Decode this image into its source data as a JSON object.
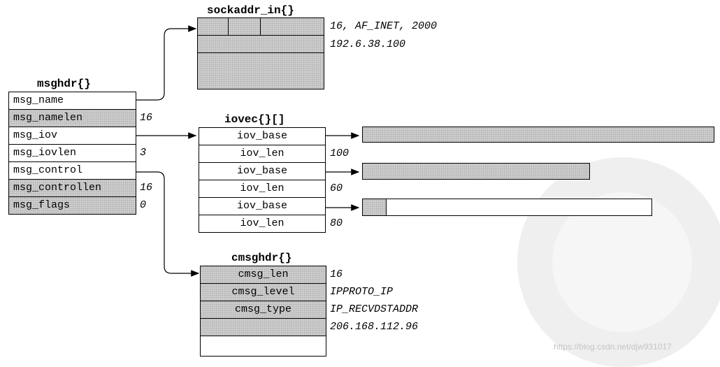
{
  "msghdr": {
    "title": "msghdr{}",
    "fields": [
      {
        "name": "msg_name",
        "value": "",
        "shaded": false
      },
      {
        "name": "msg_namelen",
        "value": "16",
        "shaded": true
      },
      {
        "name": "msg_iov",
        "value": "",
        "shaded": false
      },
      {
        "name": "msg_iovlen",
        "value": "3",
        "shaded": false
      },
      {
        "name": "msg_control",
        "value": "",
        "shaded": false
      },
      {
        "name": "msg_controllen",
        "value": "16",
        "shaded": true
      },
      {
        "name": "msg_flags",
        "value": "0",
        "shaded": true
      }
    ]
  },
  "sockaddr_in": {
    "title": "sockaddr_in{}",
    "values": [
      "16, AF_INET, 2000",
      "192.6.38.100"
    ]
  },
  "iovec": {
    "title": "iovec{}[]",
    "fields": [
      {
        "name": "iov_base",
        "value": ""
      },
      {
        "name": "iov_len",
        "value": "100"
      },
      {
        "name": "iov_base",
        "value": ""
      },
      {
        "name": "iov_len",
        "value": "60"
      },
      {
        "name": "iov_base",
        "value": ""
      },
      {
        "name": "iov_len",
        "value": "80"
      }
    ]
  },
  "cmsghdr": {
    "title": "cmsghdr{}",
    "fields": [
      {
        "name": "cmsg_len",
        "value": "16"
      },
      {
        "name": "cmsg_level",
        "value": "IPPROTO_IP"
      },
      {
        "name": "cmsg_type",
        "value": "IP_RECVDSTADDR"
      },
      {
        "name": "",
        "value": "206.168.112.96"
      }
    ]
  },
  "buffers": [
    {
      "fill": 1.0
    },
    {
      "fill": 1.0
    },
    {
      "fill": 0.0833
    }
  ],
  "watermark": {
    "url": "https://blog.csdn.net/djw931017"
  },
  "colors": {
    "shade": "#d2d2d2",
    "line": "#000000"
  }
}
